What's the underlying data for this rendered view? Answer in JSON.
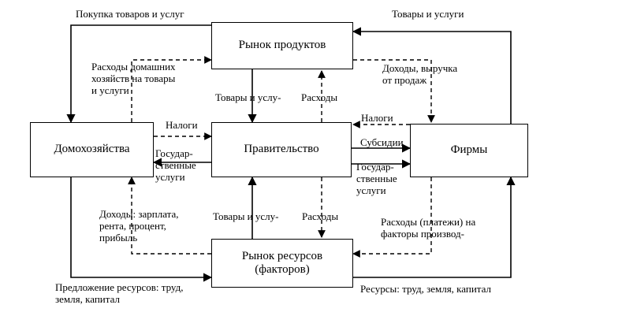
{
  "boxes": {
    "product_market": "Рынок продуктов",
    "households": "Домохозяйства",
    "government": "Правительство",
    "firms": "Фирмы",
    "resource_market": "Рынок ресурсов\n(факторов)"
  },
  "labels": {
    "purchase_goods": "Покупка товаров и услуг",
    "goods_services_top": "Товары и услуги",
    "household_spending": "Расходы домашних\nхозяйств на товары\nи услуги",
    "firm_revenue": "Доходы, выручка\nот продаж",
    "gov_goods_top": "Товары и услу-",
    "gov_spending_top": "Расходы",
    "taxes_households": "Налоги",
    "taxes_firms": "Налоги",
    "subsidies": "Субсидии",
    "gov_services_households": "Государ-\nственные\nуслуги",
    "gov_services_firms": "Государ-\nственные\nуслуги",
    "household_income": "Доходы: зарплата,\nрента, процент,\nприбыль",
    "gov_goods_bottom": "Товары и услу-",
    "gov_spending_bottom": "Расходы",
    "factor_payments": "Расходы (платежи) на\nфакторы производ-",
    "resource_supply": "Предложение ресурсов: труд,\nземля, капитал",
    "resources": "Ресурсы: труд, земля, капитал"
  }
}
